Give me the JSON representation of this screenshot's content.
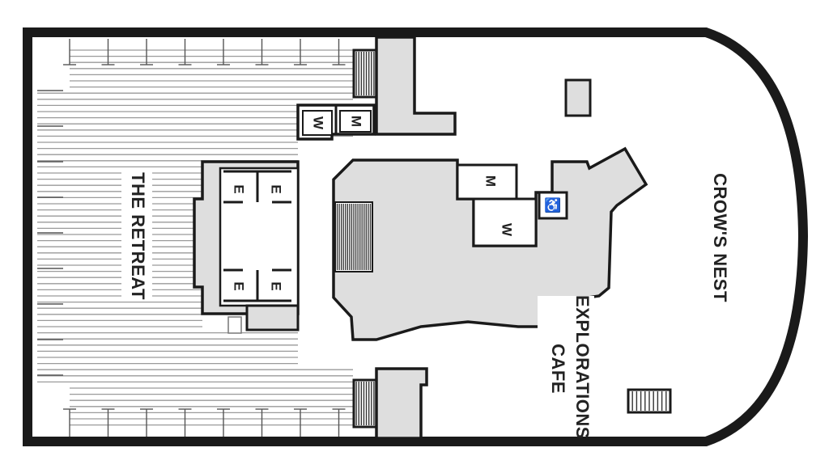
{
  "areas": {
    "retreat": "THE RETREAT",
    "crows_nest": "CROW'S NEST",
    "cafe_line1": "EXPLORATIONS",
    "cafe_line2": "CAFE"
  },
  "restrooms": {
    "women_upper": "W",
    "men_upper": "M",
    "men_center": "M",
    "women_center": "W",
    "accessible": "♿"
  },
  "elevators": {
    "e1": "E",
    "e2": "E",
    "e3": "E",
    "e4": "E"
  },
  "colors": {
    "wall": "#1a1a1a",
    "structure_fill": "#dedede",
    "deck_lines": "#9a9a9a",
    "background": "#ffffff"
  }
}
